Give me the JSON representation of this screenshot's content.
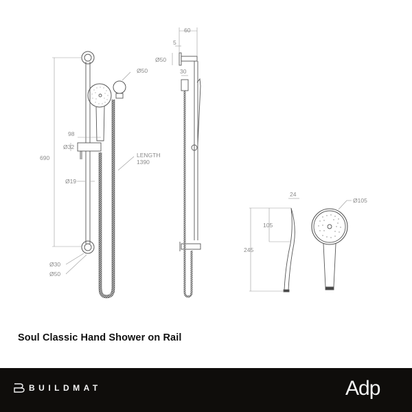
{
  "product": {
    "title": "Soul Classic Hand Shower on Rail"
  },
  "footer": {
    "brand_name": "BUILDMAT",
    "partner_logo": "Adp",
    "background": "#0f0d0b"
  },
  "drawing": {
    "front_view": {
      "rail_height": "690",
      "holder_projection": "98",
      "holder_diameter": "Ø32",
      "rail_diameter": "Ø19",
      "wall_flange_inner": "Ø30",
      "wall_flange_outer": "Ø50",
      "elbow_diameter": "Ø50",
      "hose_length_label": "LENGTH",
      "hose_length_value": "1390"
    },
    "side_view": {
      "depth": "60",
      "flange_thickness": "5",
      "flange_diameter": "Ø50",
      "outlet_width": "30"
    },
    "handpiece": {
      "thickness": "24",
      "head_height": "105",
      "total_length": "245",
      "head_diameter": "Ø105"
    },
    "line_color": "#555555",
    "dimension_color": "#8a8a8a"
  }
}
